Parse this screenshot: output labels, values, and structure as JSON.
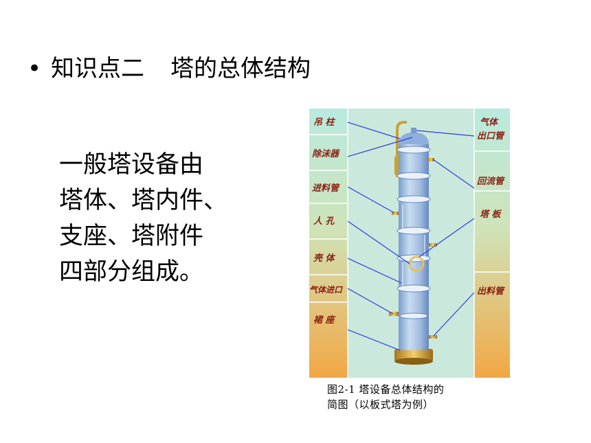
{
  "heading": {
    "bullet": "•",
    "part1": "知识点二",
    "part2": "塔的总体结构"
  },
  "body": {
    "lines": [
      "一般塔设备由",
      "塔体、塔内件、",
      "支座、塔附件",
      "四部分组成。"
    ]
  },
  "figure": {
    "left_labels": [
      "吊 柱",
      "除沫器",
      "进料管",
      "人 孔",
      "壳 体",
      "气体进口",
      "裙 座"
    ],
    "right_labels": [
      "气体",
      "出口管",
      "回流管",
      "塔 板",
      "出料管"
    ],
    "colors": {
      "background": "#cbe8dc",
      "label_gradient_top": "#b9eadf",
      "label_gradient_bottom": "#f3a743",
      "leader_lines": "#2c3ee0"
    }
  },
  "caption": {
    "lines": [
      "图2-1 塔设备总体结构的",
      "简图（以板式塔为例）"
    ]
  }
}
